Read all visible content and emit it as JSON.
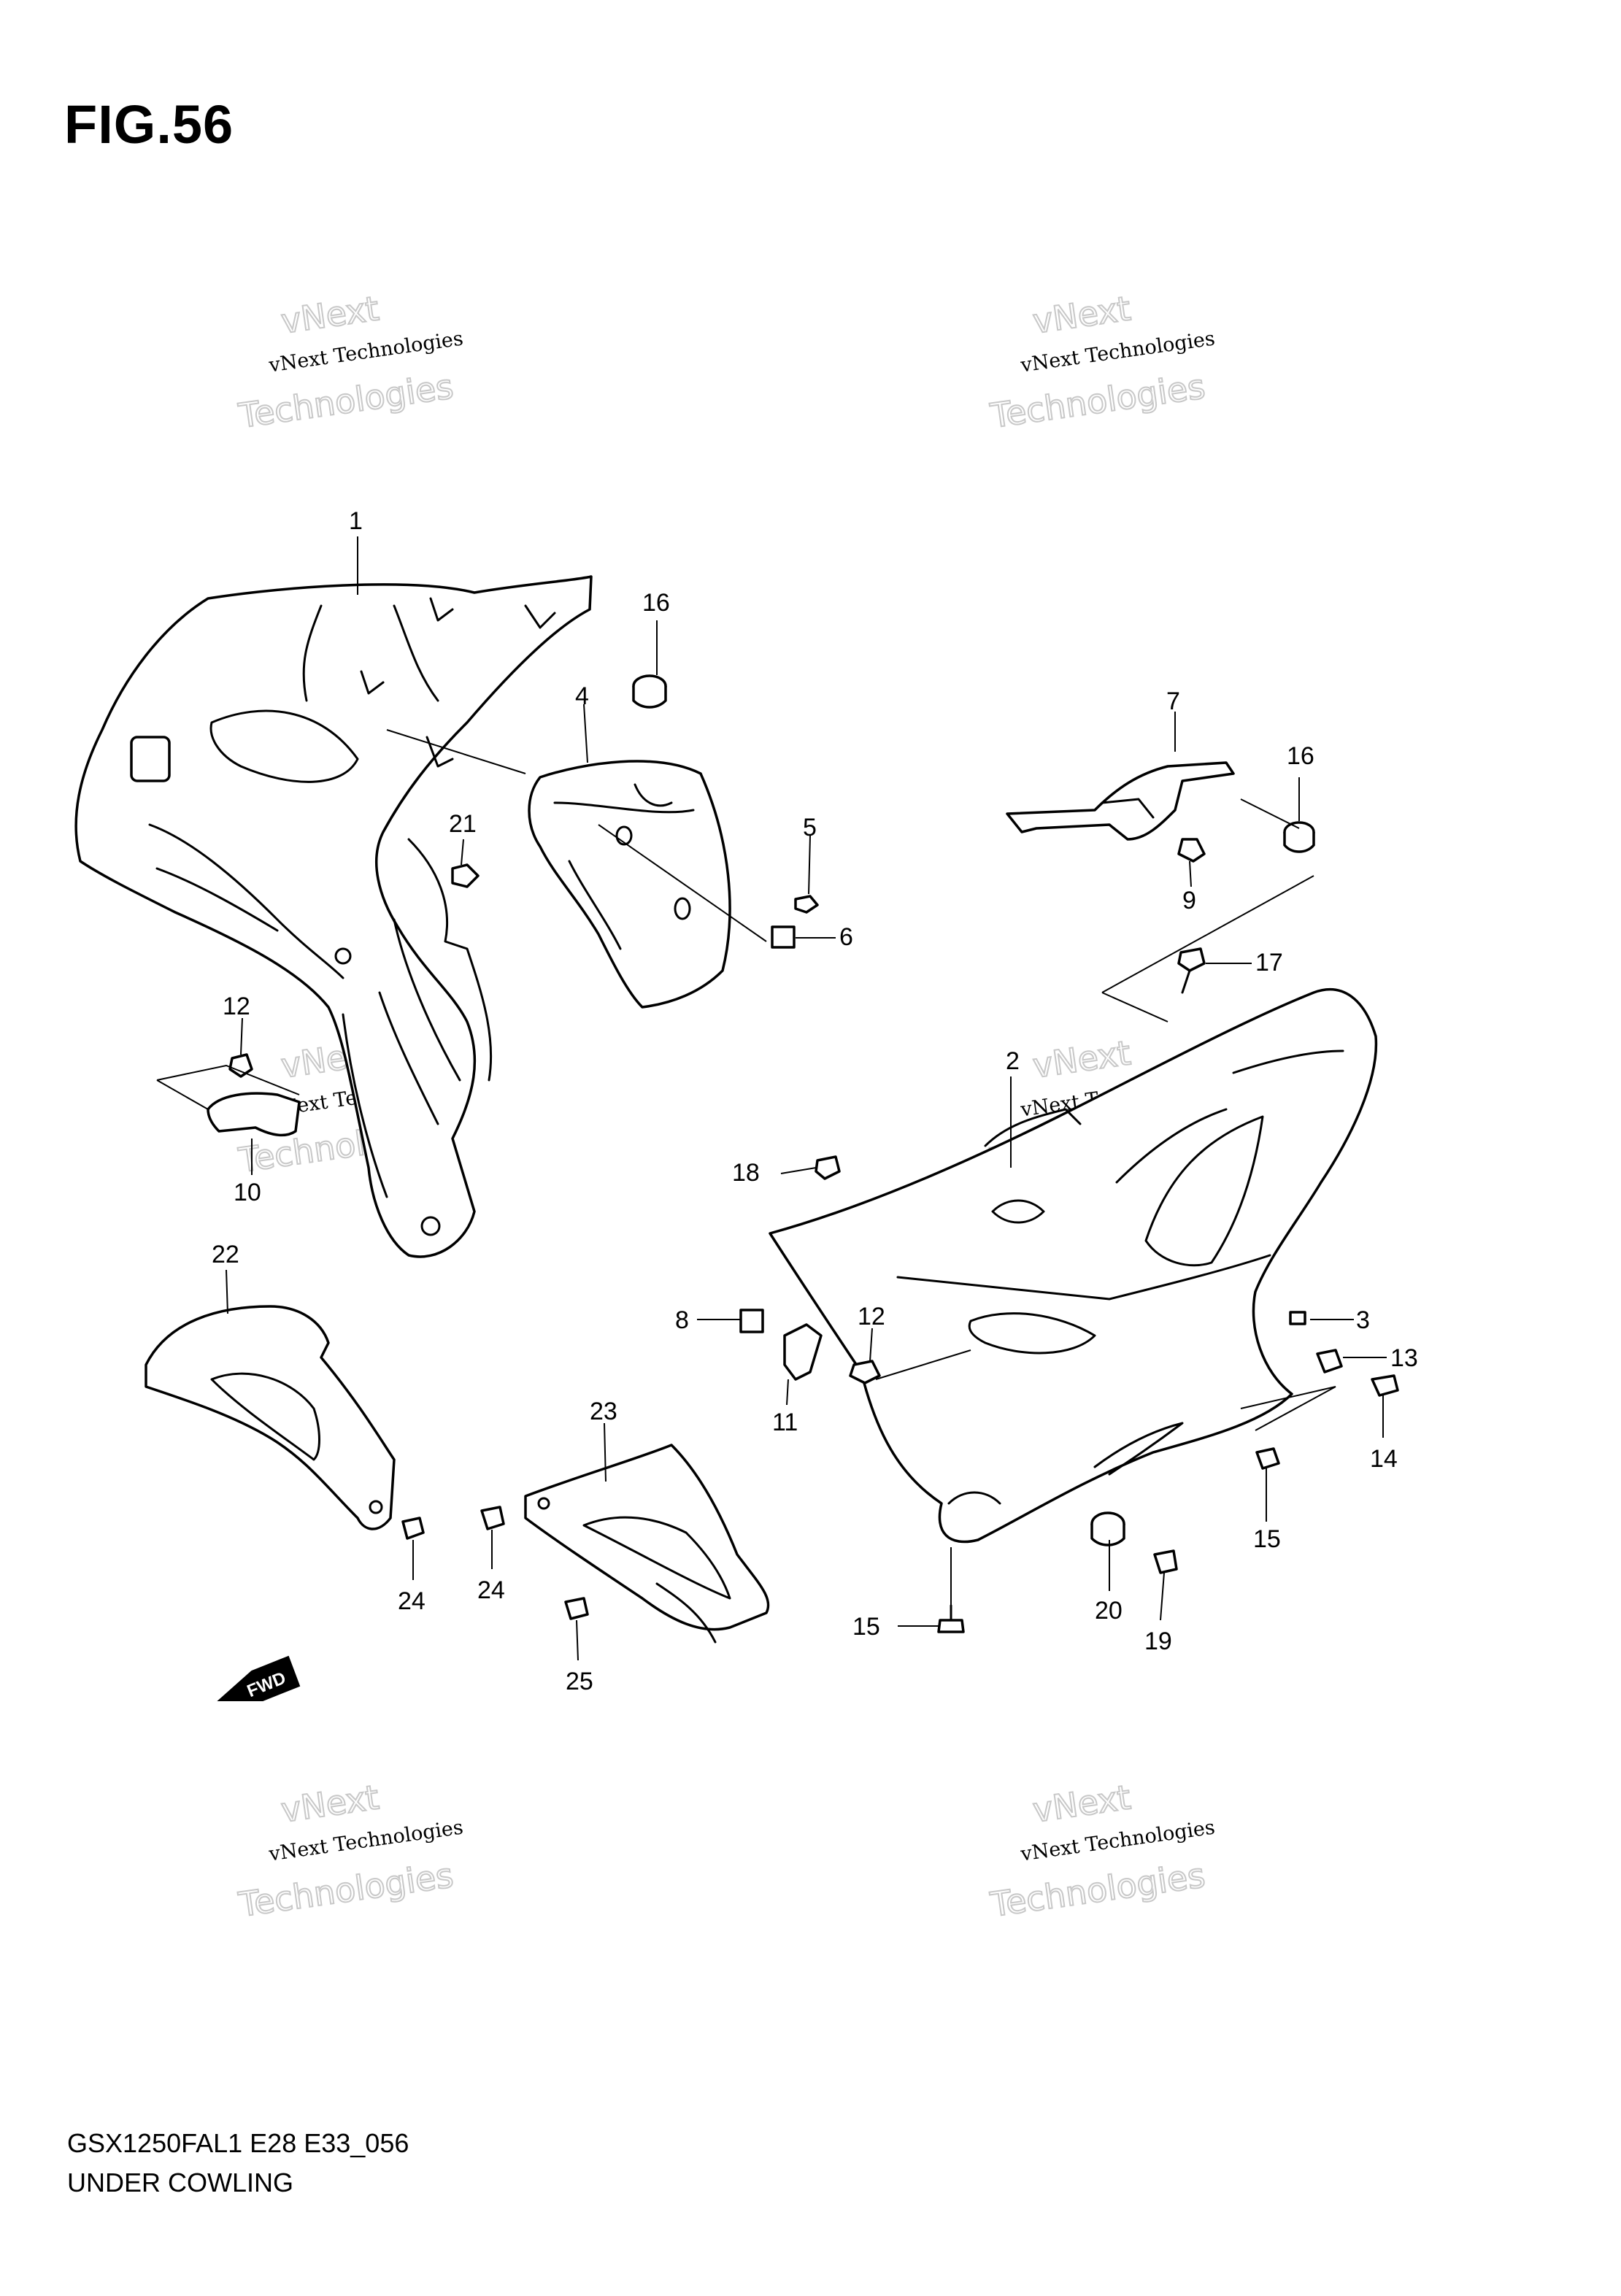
{
  "figure": {
    "title": "FIG.56",
    "footer_code": "GSX1250FAL1 E28 E33_056",
    "footer_name": "UNDER COWLING"
  },
  "watermark": {
    "line1": "vNext Technologies",
    "line2": "vNext",
    "line3": "Technologies"
  },
  "direction_arrow": "FWD",
  "callouts": {
    "c1": "1",
    "c2": "2",
    "c3": "3",
    "c4": "4",
    "c5": "5",
    "c6": "6",
    "c7": "7",
    "c8": "8",
    "c9": "9",
    "c10": "10",
    "c11": "11",
    "c12a": "12",
    "c12b": "12",
    "c13": "13",
    "c14": "14",
    "c15a": "15",
    "c15b": "15",
    "c16a": "16",
    "c16b": "16",
    "c17": "17",
    "c18": "18",
    "c19": "19",
    "c20": "20",
    "c21": "21",
    "c22": "22",
    "c23": "23",
    "c24a": "24",
    "c24b": "24",
    "c25": "25"
  }
}
